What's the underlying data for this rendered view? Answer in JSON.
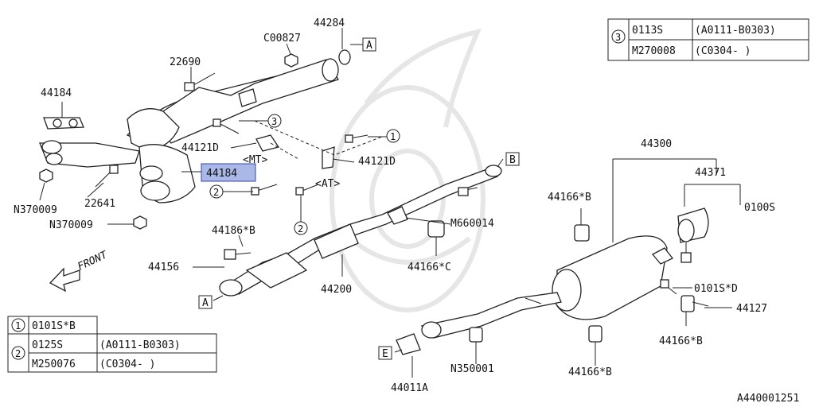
{
  "parts": {
    "p44284": "44284",
    "pC00827": "C00827",
    "p22690": "22690",
    "p44184a": "44184",
    "p44184b": "44184",
    "p44121D_mt": "44121D",
    "mt": "<MT>",
    "p44121D_at": "44121D",
    "at": "<AT>",
    "p22641": "22641",
    "pN370009a": "N370009",
    "pN370009b": "N370009",
    "p44186B": "44186*B",
    "p44156": "44156",
    "front": "FRONT",
    "p44200": "44200",
    "p44166C": "44166*C",
    "pM660014": "M660014",
    "p44300": "44300",
    "p44371": "44371",
    "p0100S": "0100S",
    "p44166B_a": "44166*B",
    "p0101SD": "0101S*D",
    "p44127": "44127",
    "p44166B_b": "44166*B",
    "p44166B_c": "44166*B",
    "pN350001": "N350001",
    "p44011A": "44011A"
  },
  "refs": {
    "A_top": "A",
    "A_bottom": "A",
    "B": "B",
    "E": "E",
    "c1": "1",
    "c2": "2",
    "c2b": "2",
    "c3": "3"
  },
  "table_top": {
    "circle": "3",
    "row1_code": "0113S",
    "row1_range": "(A0111-B0303)",
    "row2_code": "M270008",
    "row2_range": "(C0304-        )"
  },
  "table_bottom": {
    "row1_circle": "1",
    "row1_code": "0101S*B",
    "row2_circle": "2",
    "row2_code1": "0125S",
    "row2_range1": "(A0111-B0303)",
    "row2_code2": "M250076",
    "row2_range2": "(C0304-        )"
  },
  "diagram_id": "A440001251"
}
